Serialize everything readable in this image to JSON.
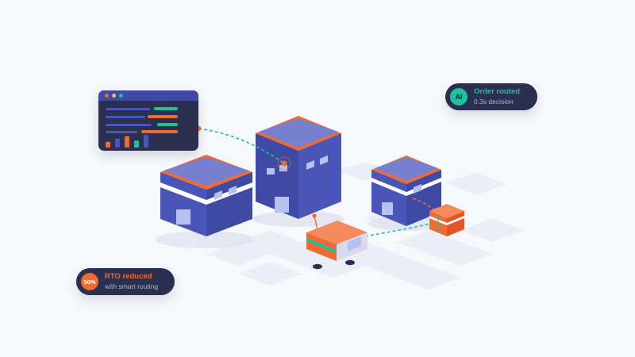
{
  "notifications": {
    "order": {
      "badge": "AI",
      "title": "Order routed",
      "subtitle": "0.3s decision"
    },
    "rto": {
      "badge": "50%",
      "title": "RTO reduced",
      "subtitle": "with smart routing"
    }
  },
  "dashboard": {
    "window_dots": [
      "red-dot",
      "yellow-dot",
      "teal-dot"
    ],
    "mini_chart_levels": [
      0.45,
      0.7,
      0.9,
      0.55,
      1.0
    ]
  },
  "colors": {
    "background": "#f6f8fc",
    "navy": "#2b3050",
    "warehouse_blue": "#3e4aa3",
    "warehouse_roof": "#7580d0",
    "accent_orange": "#f06a33",
    "accent_teal": "#1fc29a",
    "window_dot_red": "#f06a33",
    "window_dot_yellow": "#f2c14e",
    "window_dot_teal": "#1fc29a"
  }
}
